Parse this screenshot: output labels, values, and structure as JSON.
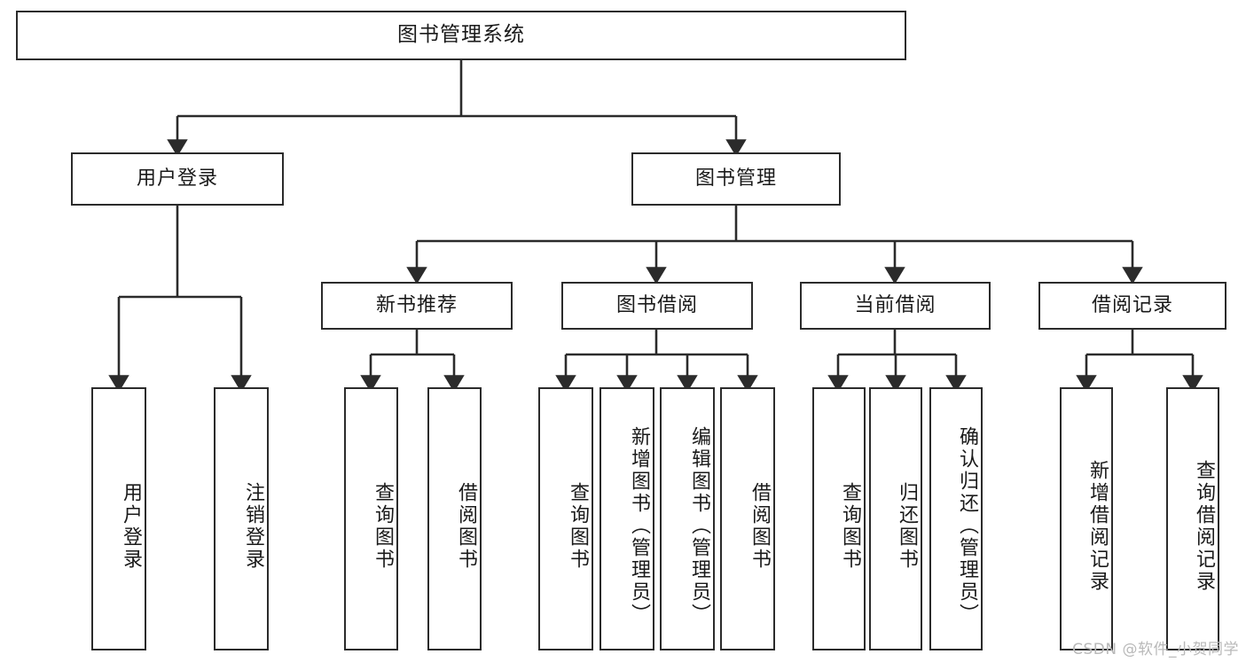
{
  "diagram": {
    "type": "tree-hierarchy",
    "title": "图书管理系统",
    "root": {
      "id": "root",
      "label": "图书管理系统"
    },
    "level2": [
      {
        "id": "user-login",
        "label": "用户登录"
      },
      {
        "id": "book-manage",
        "label": "图书管理"
      }
    ],
    "level3": [
      {
        "id": "new-book-recommend",
        "label": "新书推荐",
        "parent": "book-manage"
      },
      {
        "id": "book-borrow",
        "label": "图书借阅",
        "parent": "book-manage"
      },
      {
        "id": "current-borrow",
        "label": "当前借阅",
        "parent": "book-manage"
      },
      {
        "id": "borrow-record",
        "label": "借阅记录",
        "parent": "book-manage"
      }
    ],
    "leaves": {
      "user_login": [
        {
          "id": "leaf-user-login",
          "label": "用户登录"
        },
        {
          "id": "leaf-logout-login",
          "label": "注销登录"
        }
      ],
      "new_book_recommend": [
        {
          "id": "leaf-query-book-1",
          "label": "查询图书"
        },
        {
          "id": "leaf-borrow-book-1",
          "label": "借阅图书"
        }
      ],
      "book_borrow": [
        {
          "id": "leaf-query-book-2",
          "label": "查询图书"
        },
        {
          "id": "leaf-add-book",
          "label": "新增图书（管理员）"
        },
        {
          "id": "leaf-edit-book",
          "label": "编辑图书（管理员）"
        },
        {
          "id": "leaf-borrow-book-2",
          "label": "借阅图书"
        }
      ],
      "current_borrow": [
        {
          "id": "leaf-query-book-3",
          "label": "查询图书"
        },
        {
          "id": "leaf-return-book",
          "label": "归还图书"
        },
        {
          "id": "leaf-confirm-return",
          "label": "确认归还（管理员）"
        }
      ],
      "borrow_record": [
        {
          "id": "leaf-add-record",
          "label": "新增借阅记录"
        },
        {
          "id": "leaf-query-record",
          "label": "查询借阅记录"
        }
      ]
    },
    "colors": {
      "stroke": "#2b2b2b",
      "fill": "#ffffff",
      "text": "#1a1a1a",
      "watermark": "#b9b9b9"
    }
  },
  "watermark": {
    "text": "CSDN @软件_小贺同学"
  }
}
